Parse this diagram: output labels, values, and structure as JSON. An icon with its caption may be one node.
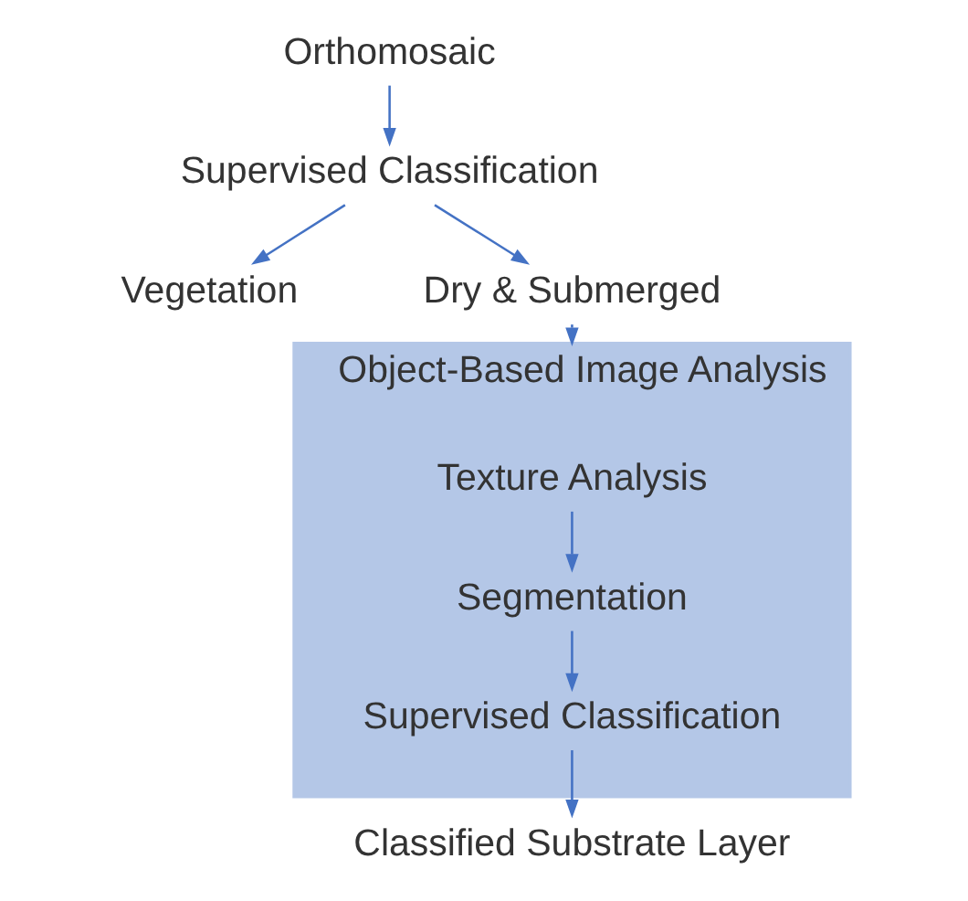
{
  "diagram": {
    "nodes": [
      {
        "text": [
          "Orthomosaic"
        ]
      },
      {
        "text": [
          "Supervised Classification"
        ]
      },
      {
        "text": [
          "Vegetation"
        ]
      },
      {
        "text": [
          "Dry & Submerged"
        ]
      },
      {
        "text": [
          "Object-Based Image Analysis"
        ]
      },
      {
        "text": [
          "Texture Analysis"
        ],
        "in": 4
      },
      {
        "text": [
          "Segmentation"
        ],
        "in": 4
      },
      {
        "text": [
          "Supervised Classification"
        ],
        "in": 4
      },
      {
        "text": [
          "Classified Substrate Layer"
        ]
      }
    ],
    "edges": [
      {
        "from": 0,
        "to": 1,
        "arrow": "to"
      },
      {
        "from": 1,
        "to": 2,
        "arrow": "to"
      },
      {
        "from": 1,
        "to": 3,
        "arrow": "to"
      },
      {
        "from": 3,
        "to": 4,
        "arrow": "to"
      },
      {
        "from": 5,
        "to": 6,
        "arrow": "to"
      },
      {
        "from": 6,
        "to": 7,
        "arrow": "to"
      },
      {
        "from": 7,
        "to": 8,
        "arrow": "to"
      }
    ]
  }
}
